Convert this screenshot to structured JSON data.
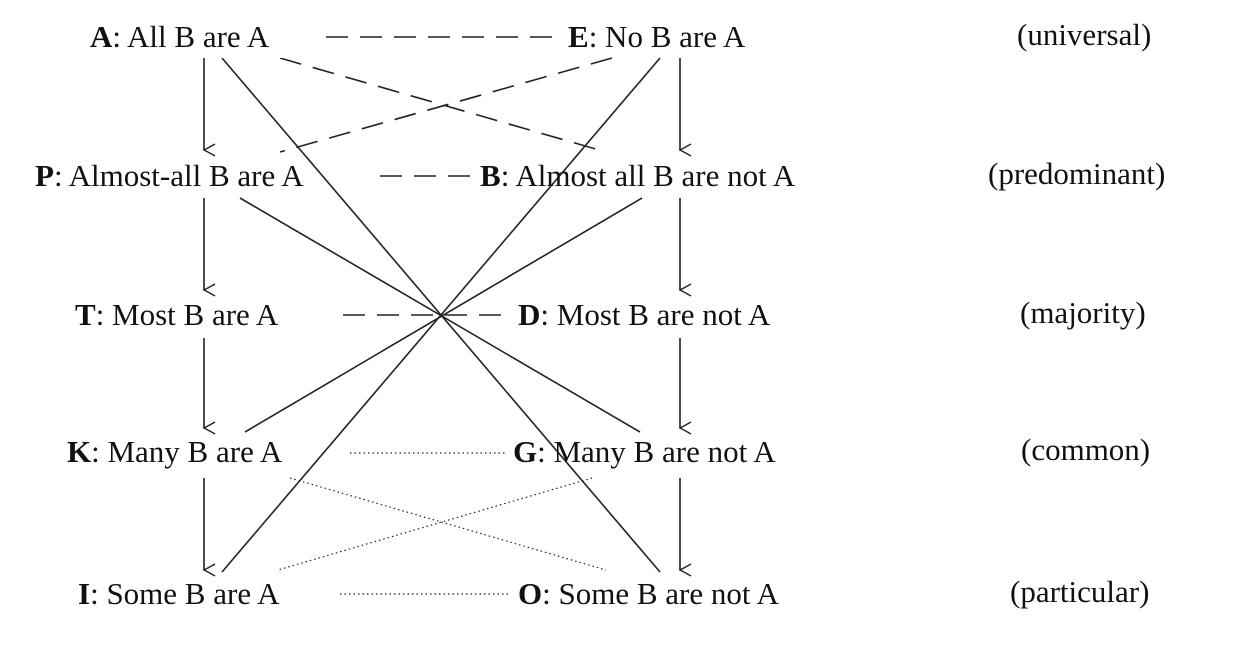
{
  "rows": [
    {
      "left": {
        "letter": "A",
        "text": ": All B are A"
      },
      "right": {
        "letter": "E",
        "text": ": No B are A"
      },
      "category": "(universal)"
    },
    {
      "left": {
        "letter": "P",
        "text": ": Almost-all B are A"
      },
      "right": {
        "letter": "B",
        "text": ": Almost all B are not A"
      },
      "category": "(predominant)"
    },
    {
      "left": {
        "letter": "T",
        "text": ": Most B are A"
      },
      "right": {
        "letter": "D",
        "text": ": Most B are not A"
      },
      "category": "(majority)"
    },
    {
      "left": {
        "letter": "K",
        "text": ": Many B are A"
      },
      "right": {
        "letter": "G",
        "text": ": Many B are not A"
      },
      "category": "(common)"
    },
    {
      "left": {
        "letter": "I",
        "text": ": Some B are A"
      },
      "right": {
        "letter": "O",
        "text": ": Some B are not A"
      },
      "category": "(particular)"
    }
  ]
}
